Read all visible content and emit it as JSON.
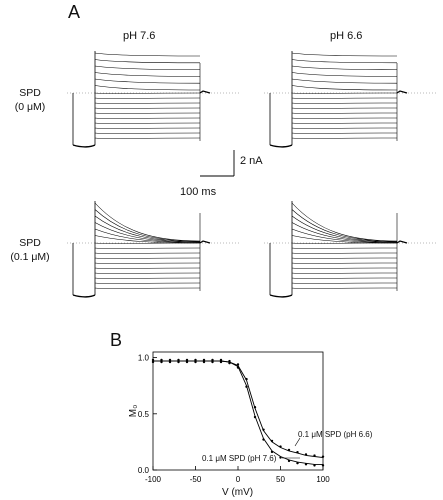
{
  "panelA": {
    "letter": "A",
    "conditions": [
      "pH 7.6",
      "pH 6.6"
    ],
    "rows": [
      {
        "line1": "SPD",
        "line2": "(0 μM)"
      },
      {
        "line1": "SPD",
        "line2": "(0.1 μM)"
      }
    ],
    "scalebar": {
      "current": "2 nA",
      "time": "100 ms"
    }
  },
  "panelB": {
    "letter": "B",
    "annotations": [
      "0.1 μM SPD (pH 6.6)",
      "0.1 μM SPD (pH 7.6)"
    ]
  },
  "chart_data": {
    "type": "scatter",
    "title": "",
    "xlabel": "V (mV)",
    "ylabel": "M₀",
    "xlim": [
      -100,
      100
    ],
    "ylim": [
      0,
      1.05
    ],
    "xticks": [
      "-100",
      "-50",
      "0",
      "50",
      "100"
    ],
    "yticks": [
      "0.0",
      "0.5",
      "1.0"
    ],
    "x": [
      -100,
      -90,
      -80,
      -70,
      -60,
      -50,
      -40,
      -30,
      -20,
      -10,
      0,
      10,
      20,
      30,
      40,
      50,
      60,
      70,
      80,
      90,
      100
    ],
    "series": [
      {
        "name": "0.1 μM SPD (pH 6.6)",
        "values": [
          0.97,
          0.97,
          0.97,
          0.97,
          0.97,
          0.97,
          0.97,
          0.97,
          0.97,
          0.96,
          0.93,
          0.8,
          0.55,
          0.35,
          0.25,
          0.2,
          0.17,
          0.15,
          0.13,
          0.12,
          0.11
        ]
      },
      {
        "name": "0.1 μM SPD (pH 7.6)",
        "values": [
          0.97,
          0.97,
          0.97,
          0.97,
          0.97,
          0.97,
          0.97,
          0.97,
          0.97,
          0.96,
          0.92,
          0.75,
          0.48,
          0.28,
          0.17,
          0.12,
          0.09,
          0.07,
          0.06,
          0.05,
          0.05
        ]
      }
    ],
    "grid": false
  }
}
